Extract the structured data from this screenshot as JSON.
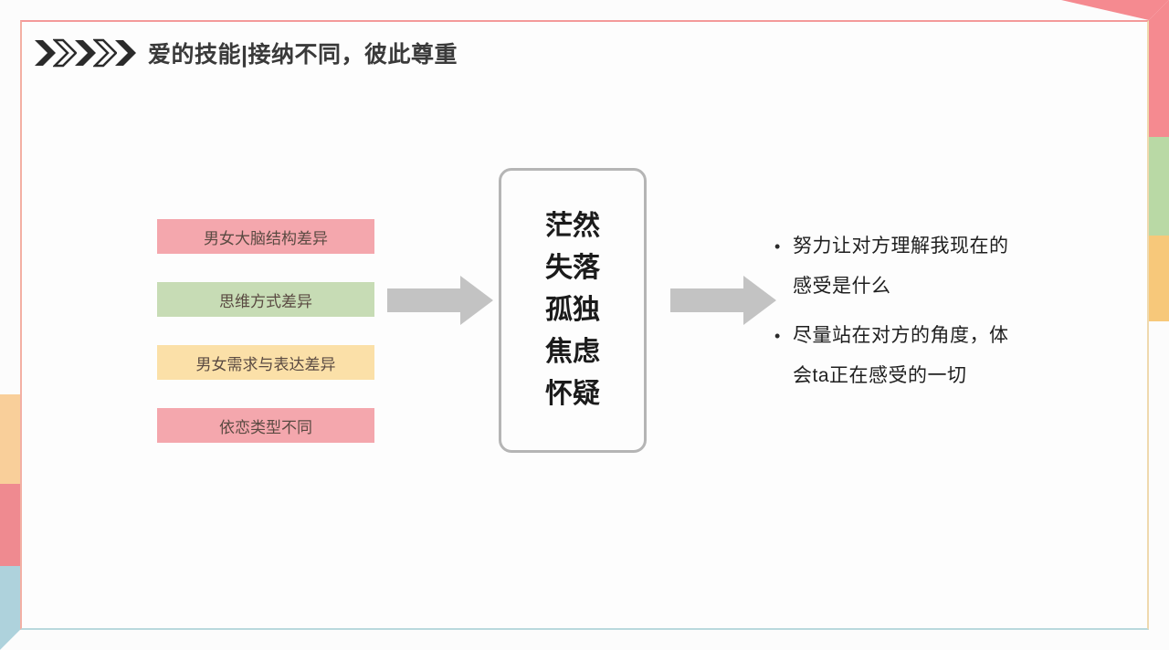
{
  "slide": {
    "title": "爱的技能|接纳不同，彼此尊重",
    "chevron_count": 5
  },
  "conditions": {
    "items": [
      {
        "label": "男女大脑结构差异",
        "color": "#f4a7ad"
      },
      {
        "label": "思维方式差异",
        "color": "#c7dcb5"
      },
      {
        "label": "男女需求与表达差异",
        "color": "#fbe0a8"
      },
      {
        "label": "依恋类型不同",
        "color": "#f4a7ad"
      }
    ]
  },
  "arrows": {
    "first": "arrow-right",
    "second": "arrow-right",
    "color": "#c3c3c3"
  },
  "emotions": {
    "items": [
      "茫然",
      "失落",
      "孤独",
      "焦虑",
      "怀疑"
    ]
  },
  "advice": {
    "bullets": [
      "努力让对方理解我现在的感受是什么",
      "尽量站在对方的角度，体会ta正在感受的一切"
    ],
    "bullet_marker": "•"
  },
  "frame": {
    "colors": {
      "pink": "#f58a90",
      "green": "#b9d9a5",
      "yellow": "#f7c87a",
      "blue": "#aed2dc",
      "red": "#ef8a90",
      "peach": "#f9cf9a"
    },
    "inner_border_top": "#f49a9a",
    "inner_border_bottom": "#b9d9dd"
  }
}
